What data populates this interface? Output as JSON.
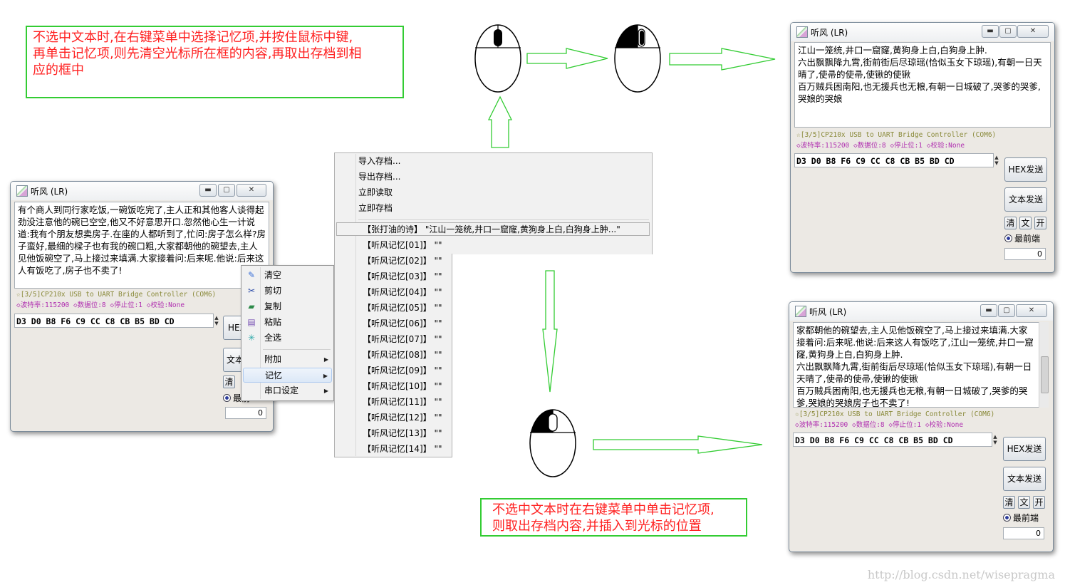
{
  "notes": {
    "top": "不选中文本时,在右键菜单中选择记忆项,并按住鼠标中键,\n再单击记忆项,则先清空光标所在框的内容,再取出存档到相\n应的框中",
    "bottom": "不选中文本时在右键菜单中单击记忆项,\n则取出存档内容,并插入到光标的位置"
  },
  "left_window": {
    "title": "听风 (LR)",
    "text": "有个商人到同行家吃饭,一碗饭吃完了,主人正和其他客人谈得起劲没注意他的碗已空空,他又不好意思开口.忽然他心生一计说道:我有个朋友想卖房子.在座的人都听到了,忙问:房子怎么样?房子蛮好,最细的樑子也有我的碗口粗,大家都朝他的碗望去,主人见他饭碗空了,马上接过来填满.大家接着问:后来呢.他说:后来这人有饭吃了,房子也不卖了!",
    "status_line1": "☆[3/5]CP210x USB to UART Bridge Controller (COM6)",
    "status_line2": "◇波特率:115200 ◇数据位:8 ◇停止位:1 ◇校验:None",
    "hex": "D3 D0 B8 F6 C9 CC C8 CB B5 BD CD",
    "hex_btn": "HEX",
    "text_btn": "文本",
    "clear_btn": "清",
    "radio_label": "最前",
    "count": "0"
  },
  "context_menu": {
    "items": [
      {
        "label": "清空",
        "icon": "clear-icon"
      },
      {
        "label": "剪切",
        "icon": "scissors-icon"
      },
      {
        "label": "复制",
        "icon": "copy-icon"
      },
      {
        "label": "粘贴",
        "icon": "paste-icon"
      },
      {
        "label": "全选",
        "icon": "select-all-icon"
      },
      {
        "label": "附加"
      },
      {
        "label": "记忆"
      },
      {
        "label": "串口设定"
      }
    ]
  },
  "memory_menu": {
    "top_items": [
      "导入存档...",
      "导出存档...",
      "立即读取",
      "立即存档"
    ],
    "poem_item": "【张打油的诗】 \"江山一笼统,井口一窟窿,黄狗身上白,白狗身上肿...\"",
    "slots": [
      "【听风记忆[01]】 \"\"",
      "【听风记忆[02]】 \"\"",
      "【听风记忆[03]】 \"\"",
      "【听风记忆[04]】 \"\"",
      "【听风记忆[05]】 \"\"",
      "【听风记忆[06]】 \"\"",
      "【听风记忆[07]】 \"\"",
      "【听风记忆[08]】 \"\"",
      "【听风记忆[09]】 \"\"",
      "【听风记忆[10]】 \"\"",
      "【听风记忆[11]】 \"\"",
      "【听风记忆[12]】 \"\"",
      "【听风记忆[13]】 \"\"",
      "【听风记忆[14]】 \"\""
    ]
  },
  "right_top_window": {
    "title": "听风 (LR)",
    "text": "江山一笼统,井口一窟窿,黄狗身上白,白狗身上肿.\n六出飘飘降九霄,街前街后尽琼瑶(恰似玉女下琼瑶),有朝一日天晴了,使帚的使帚,使锹的使锹\n百万贼兵困南阳,也无援兵也无粮,有朝一日城破了,哭爹的哭爹,哭娘的哭娘",
    "status_line1": "☆[3/5]CP210x USB to UART Bridge Controller (COM6)",
    "status_line2": "◇波特率:115200 ◇数据位:8 ◇停止位:1 ◇校验:None",
    "hex": "D3 D0 B8 F6 C9 CC C8 CB B5 BD CD",
    "hex_btn": "HEX发送",
    "text_btn": "文本发送",
    "clear_btn": "清",
    "text_small_btn": "文",
    "open_btn": "开",
    "radio_label": "最前端",
    "count": "0"
  },
  "right_bottom_window": {
    "title": "听风 (LR)",
    "text": "家都朝他的碗望去,主人见他饭碗空了,马上接过来填满.大家接着问:后来呢.他说:后来这人有饭吃了,江山一笼统,井口一窟窿,黄狗身上白,白狗身上肿.\n六出飘飘降九霄,街前街后尽琼瑶(恰似玉女下琼瑶),有朝一日天晴了,使帚的使帚,使锹的使锹\n百万贼兵困南阳,也无援兵也无粮,有朝一日城破了,哭爹的哭爹,哭娘的哭娘房子也不卖了!",
    "status_line1": "☆[3/5]CP210x USB to UART Bridge Controller (COM6)",
    "status_line2": "◇波特率:115200 ◇数据位:8 ◇停止位:1 ◇校验:None",
    "hex": "D3 D0 B8 F6 C9 CC C8 CB B5 BD CD",
    "hex_btn": "HEX发送",
    "text_btn": "文本发送",
    "clear_btn": "清",
    "text_small_btn": "文",
    "open_btn": "开",
    "radio_label": "最前端",
    "count": "0"
  },
  "watermark": "http://blog.csdn.net/wisepragma",
  "colors": {
    "note_border": "#33cc33",
    "note_text": "#ff2020",
    "arrow": "#33cc33",
    "status1": "#8a8a3a",
    "status2": "#b030b0"
  }
}
